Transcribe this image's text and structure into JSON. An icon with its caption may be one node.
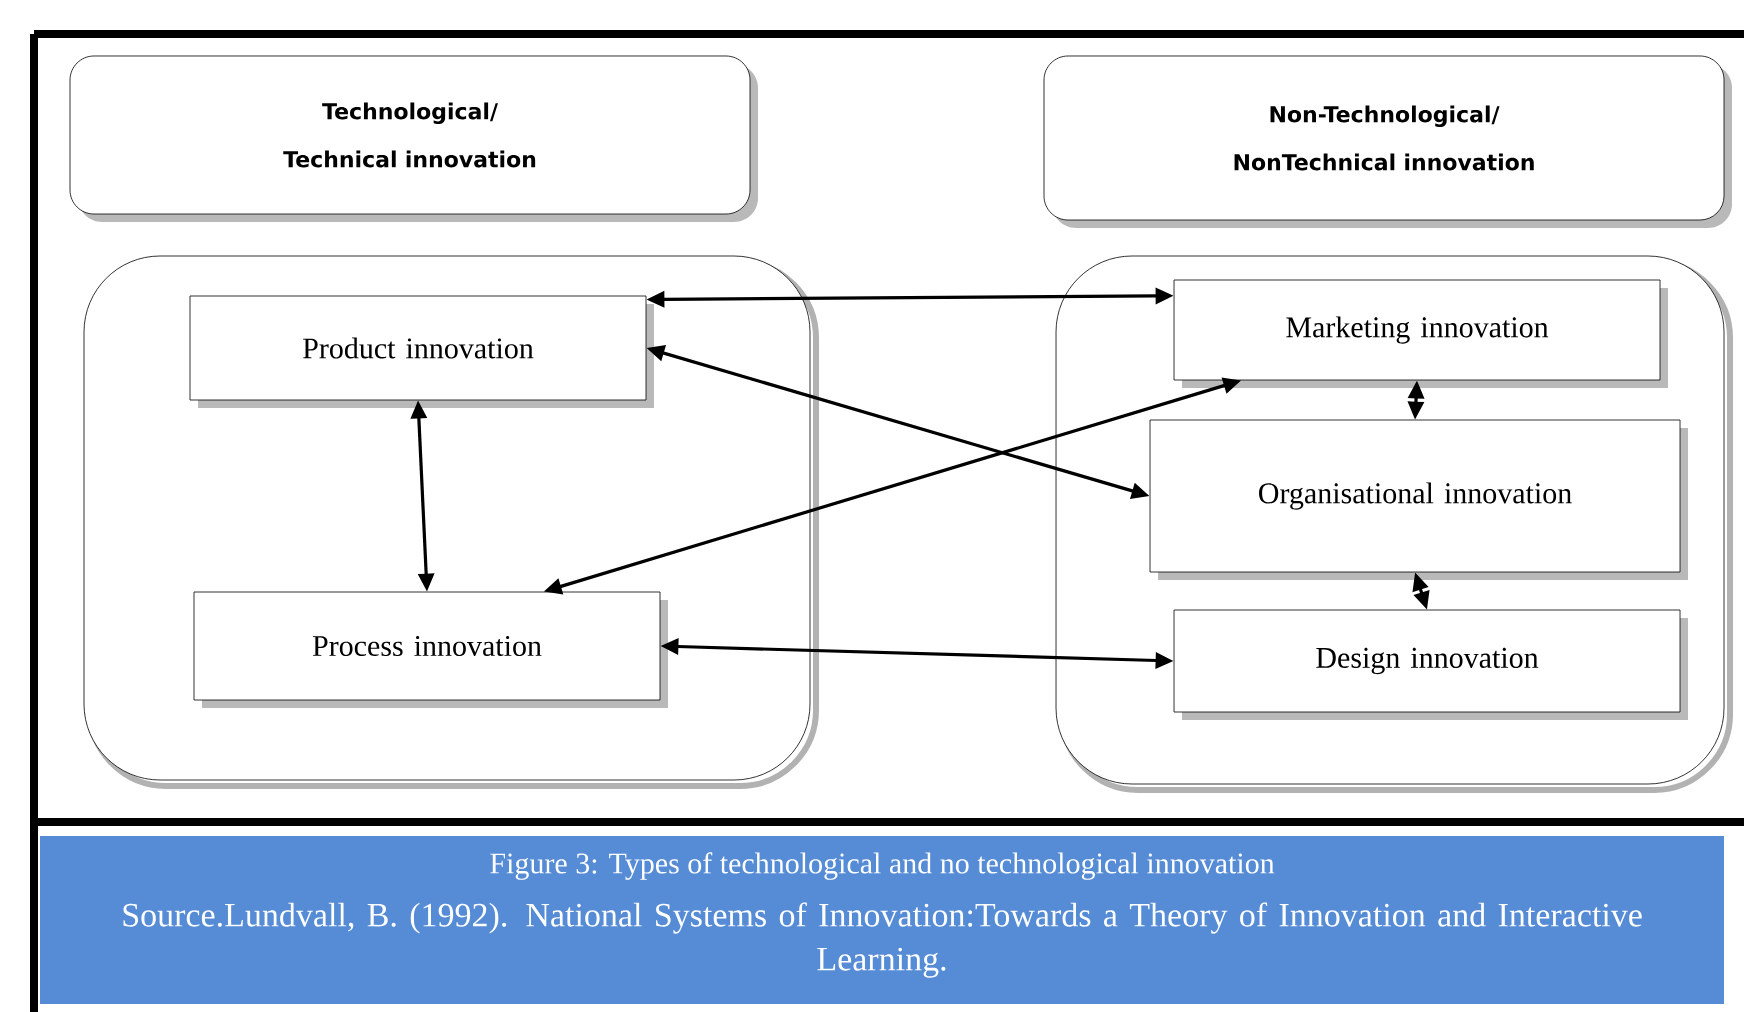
{
  "diagram": {
    "caption": "Figure 3: Types of technological and no technological innovation",
    "nodes": [
      {
        "text": [
          "Technological/ Technical innovation"
        ]
      },
      {
        "text": [
          "Non-Technological/ NonTechnical innovation"
        ]
      },
      {
        "text": [],
        "shape": "box"
      },
      {
        "text": [
          "Product innovation"
        ],
        "in": 2
      },
      {
        "text": [
          "Process innovation"
        ],
        "in": 2
      },
      {
        "text": [],
        "shape": "box"
      },
      {
        "text": [
          "Marketing innovation"
        ],
        "in": 5
      },
      {
        "text": [
          "Organisational innovation"
        ],
        "in": 5
      },
      {
        "text": [
          "Design innovation"
        ],
        "in": 5
      }
    ],
    "edges": [
      {
        "from": 3,
        "to": 6,
        "arrow": "both"
      },
      {
        "from": 3,
        "to": 7,
        "arrow": "both"
      },
      {
        "from": 3,
        "to": 4,
        "arrow": "both"
      },
      {
        "from": 4,
        "to": 6,
        "arrow": "both"
      },
      {
        "from": 4,
        "to": 8,
        "arrow": "both"
      },
      {
        "from": 6,
        "to": 7,
        "arrow": "both"
      },
      {
        "from": 7,
        "to": 8,
        "arrow": "both"
      }
    ],
    "labels": [
      "Source.Lundvall, B. (1992). National Systems of Innovation:Towards a Theory of Innovation and Interactive Learning."
    ]
  }
}
